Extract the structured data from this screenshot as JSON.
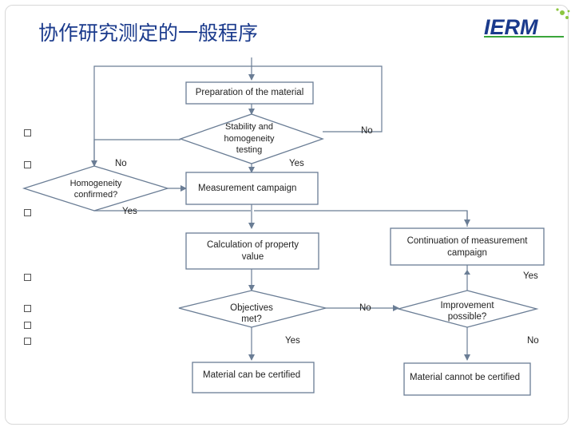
{
  "page": {
    "title": "协作研究测定的一般程序",
    "logo_text": "IERM",
    "accent_color": "#1a3a8c",
    "logo_green": "#3aa63a"
  },
  "nodes": {
    "preparation": "Preparation of the material",
    "stability": "Stability and homogeneity testing",
    "homogeneity": "Homogeneity confirmed?",
    "measurement": "Measurement campaign",
    "calculation": "Calculation of property value",
    "continuation": "Continuation of measurement campaign",
    "objectives": "Objectives met?",
    "improvement": "Improvement possible?",
    "certified": "Material can be certified",
    "not_certified": "Material cannot be certified"
  },
  "edges": {
    "stability_no": "No",
    "stability_yes": "Yes",
    "homogeneity_no": "No",
    "homogeneity_yes": "Yes",
    "improvement_yes": "Yes",
    "objectives_no": "No",
    "objectives_yes": "Yes",
    "improvement_no": "No"
  }
}
